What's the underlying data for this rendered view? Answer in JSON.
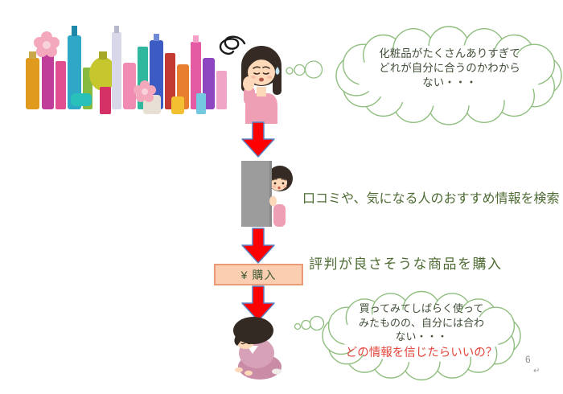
{
  "slide": {
    "page_number": "6",
    "return_mark": "↵",
    "background": "#ffffff"
  },
  "colors": {
    "label_green": "#4e6b33",
    "bubble_text": "#42503a",
    "alert_red": "#e2453a",
    "cloud_outline": "#8fbe7f",
    "arrow_fill": "#fe0000",
    "arrow_outline": "#5b82c4",
    "purchase_box_fill": "#fbceb1",
    "purchase_box_border": "#eb9a76",
    "wall_gray": "#9c9c9c"
  },
  "flow": {
    "bubble_top": {
      "lines": [
        "化粧品がたくさんありすぎて",
        "どれが自分に合うのかわから",
        "ない・・・"
      ]
    },
    "step2_label": "口コミや、気になる人のおすすめ情報を検索",
    "step3_label": "評判が良さそうな商品を購入",
    "purchase_label": "¥ 購入",
    "bubble_bottom": {
      "lines": [
        "買ってみてしばらく使って",
        "みたものの、自分には合わ",
        "ない・・・"
      ],
      "highlight": "どの情報を信じたらいいの？"
    }
  },
  "icons": {
    "cosmetics_photo": "assorted-colorful-perfume-bottles",
    "confusion_scribble": "black-scribble-mark",
    "worried_woman": "worried-woman-hand-on-cheek",
    "peeking_woman": "woman-peeking-from-behind-wall",
    "depressed_woman": "crouching-depressed-woman",
    "down_arrow": "red-down-arrow",
    "thought_bubble": "cloud-thought-bubble"
  }
}
